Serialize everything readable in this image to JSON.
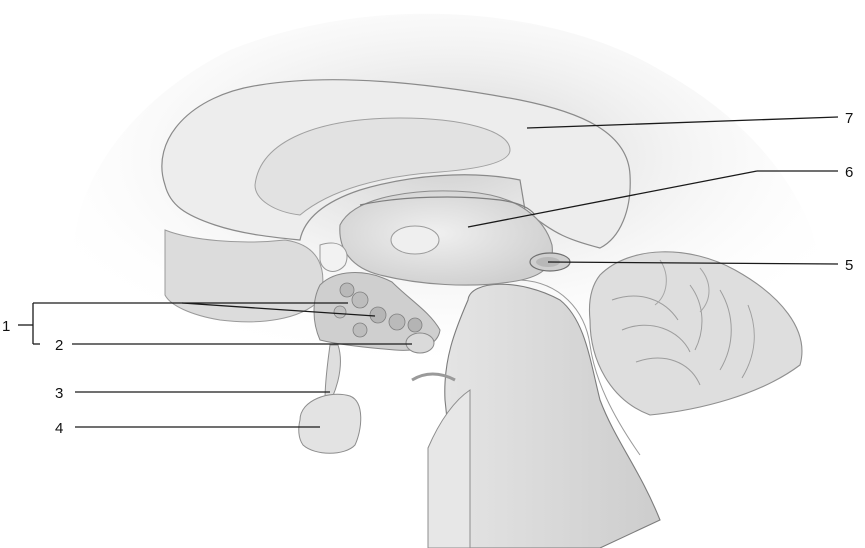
{
  "labels": [
    {
      "id": "label-1",
      "text": "1"
    },
    {
      "id": "label-2",
      "text": "2"
    },
    {
      "id": "label-3",
      "text": "3"
    },
    {
      "id": "label-4",
      "text": "4"
    },
    {
      "id": "label-5",
      "text": "5"
    },
    {
      "id": "label-6",
      "text": "6"
    },
    {
      "id": "label-7",
      "text": "7"
    }
  ],
  "colors": {
    "background": "#ffffff",
    "tissue_light": "#ececec",
    "tissue_mid": "#d6d6d6",
    "tissue_dark": "#a9a9a9",
    "outline": "#7c7c7c",
    "leader_line": "#1a1a1a"
  }
}
